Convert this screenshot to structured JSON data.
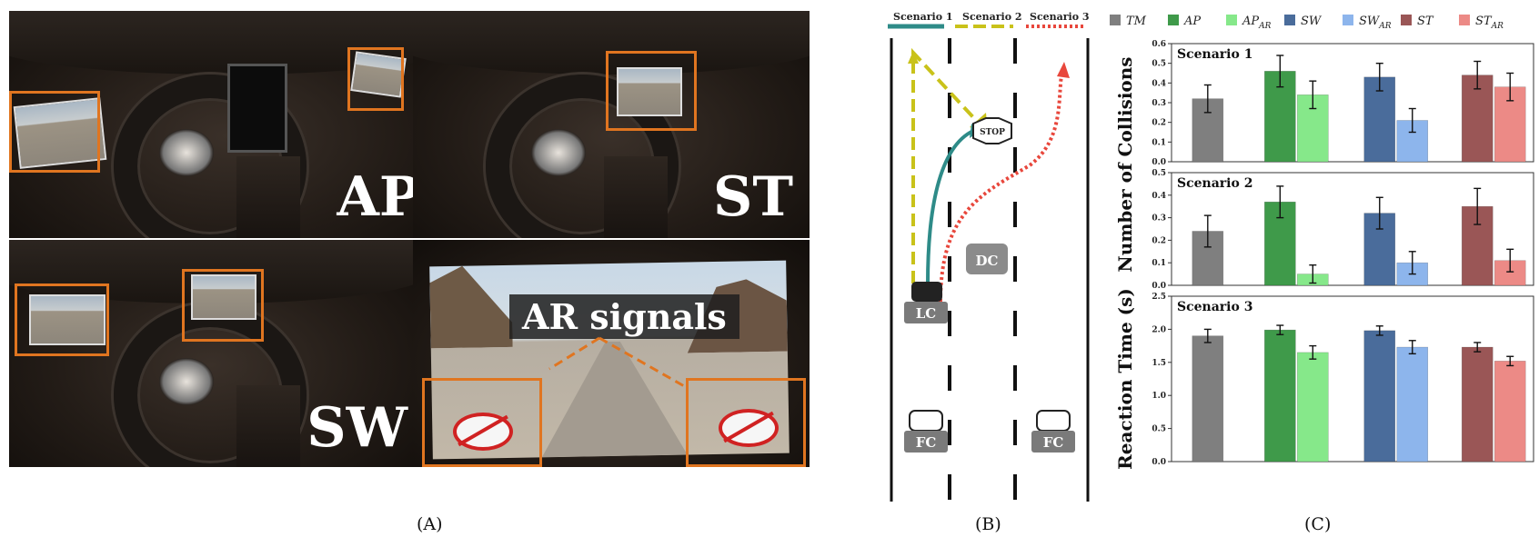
{
  "panels": {
    "a_label": "(A)",
    "b_label": "(B)",
    "c_label": "(C)"
  },
  "panel_a": {
    "views": [
      {
        "mode": "AP"
      },
      {
        "mode": "ST"
      },
      {
        "mode": "SW"
      }
    ],
    "ar_caption": "AR signals",
    "highlight_color": "#e07520"
  },
  "panel_b": {
    "legend": [
      "Scenario 1",
      "Scenario 2",
      "Scenario 3"
    ],
    "legend_colors": [
      "#2e8b88",
      "#c9c21a",
      "#e8473c"
    ],
    "stop_text": "STOP",
    "vehicles": [
      "LC",
      "DC",
      "FC",
      "FC"
    ]
  },
  "chart_data": [
    {
      "type": "bar",
      "title": "Scenario 1",
      "ylabel": "Number of Collisions",
      "ylim": [
        0,
        0.6
      ],
      "yticks": [
        "0.0",
        "0.1",
        "0.2",
        "0.3",
        "0.4",
        "0.5",
        "0.6"
      ],
      "categories": [
        "TM",
        "AP",
        "AP_AR",
        "SW",
        "SW_AR",
        "ST",
        "ST_AR"
      ],
      "values": [
        0.32,
        0.46,
        0.34,
        0.43,
        0.21,
        0.44,
        0.38
      ],
      "errors": [
        0.07,
        0.08,
        0.07,
        0.07,
        0.06,
        0.07,
        0.07
      ]
    },
    {
      "type": "bar",
      "title": "Scenario 2",
      "ylabel": "Number of Collisions",
      "ylim": [
        0,
        0.5
      ],
      "yticks": [
        "0.0",
        "0.1",
        "0.2",
        "0.3",
        "0.4",
        "0.5"
      ],
      "categories": [
        "TM",
        "AP",
        "AP_AR",
        "SW",
        "SW_AR",
        "ST",
        "ST_AR"
      ],
      "values": [
        0.24,
        0.37,
        0.05,
        0.32,
        0.1,
        0.35,
        0.11
      ],
      "errors": [
        0.07,
        0.07,
        0.04,
        0.07,
        0.05,
        0.08,
        0.05
      ]
    },
    {
      "type": "bar",
      "title": "Scenario 3",
      "ylabel": "Reaction Time (s)",
      "ylim": [
        0,
        2.5
      ],
      "yticks": [
        "0.0",
        "0.5",
        "1.0",
        "1.5",
        "2.0",
        "2.5"
      ],
      "categories": [
        "TM",
        "AP",
        "AP_AR",
        "SW",
        "SW_AR",
        "ST",
        "ST_AR"
      ],
      "values": [
        1.9,
        1.99,
        1.65,
        1.98,
        1.73,
        1.73,
        1.52
      ],
      "errors": [
        0.1,
        0.07,
        0.1,
        0.07,
        0.1,
        0.07,
        0.07
      ]
    }
  ],
  "legend": {
    "entries": [
      {
        "name": "TM",
        "sub": "",
        "color": "#7f7f7f"
      },
      {
        "name": "AP",
        "sub": "",
        "color": "#3f9a4a"
      },
      {
        "name": "AP",
        "sub": "AR",
        "color": "#86e88a"
      },
      {
        "name": "SW",
        "sub": "",
        "color": "#4a6c9b"
      },
      {
        "name": "SW",
        "sub": "AR",
        "color": "#8db5ec"
      },
      {
        "name": "ST",
        "sub": "",
        "color": "#9a5656"
      },
      {
        "name": "ST",
        "sub": "AR",
        "color": "#ec8a86"
      }
    ]
  }
}
